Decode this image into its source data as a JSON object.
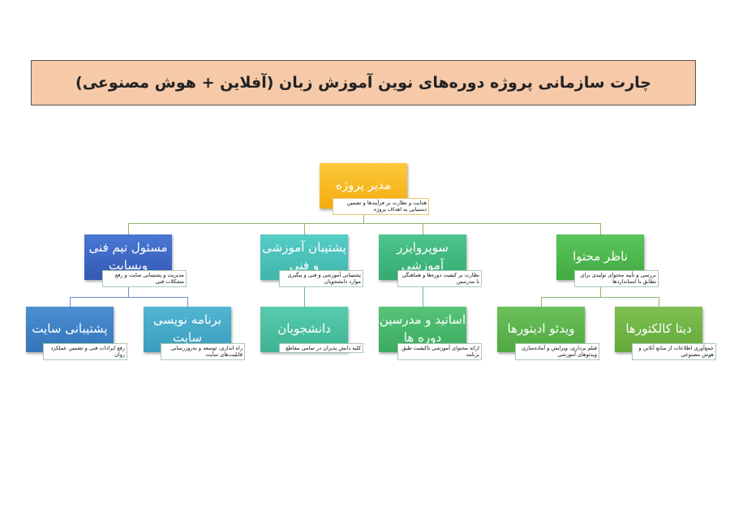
{
  "title": "چارت سازمانی پروژه دوره‌های نوین آموزش زبان (آفلاین + هوش مصنوعی)",
  "root": {
    "label": "مدیر پروژه",
    "note": "هدایت و نظارت بر فرآیندها و تضمین دستیابی به اهداف پروژه",
    "color": "#f8bb1c"
  },
  "level2": [
    {
      "label": "مسئول تیم فنی وبسایت",
      "note": "مدیریت و پشتیبانی سایت و رفع مشکلات فنی",
      "color": "#3c66c2"
    },
    {
      "label": "پشتیبان آموزشی و فنی",
      "note": "پشتیبانی آموزشی و فنی و پیگیری موارد دانشجویان",
      "color": "#46c0ba"
    },
    {
      "label": "سوپروایزر آموزشی",
      "note": "نظارت بر کیفیت دوره‌ها و هماهنگی با مدرسین",
      "color": "#3db87e"
    },
    {
      "label": "ناظر محتوا",
      "note": "بررسی و تأیید محتوای تولیدی برای تطابق با استانداردها",
      "color": "#4bb64c"
    }
  ],
  "level3": [
    {
      "label": "پشتیبانی سایت",
      "note": "رفع ایرادات فنی و تضمین عملکرد روان",
      "color": "#3b7ec4"
    },
    {
      "label": "برنامه نویسی سایت",
      "note": "راه اندازی، توسعه و به‌روزرسانی قابلیت‌های سایت",
      "color": "#42a8c6"
    },
    {
      "label": "دانشجویان",
      "note": "کلیه دانش پذیران در تمامی مقاطع",
      "color": "#47c09e"
    },
    {
      "label": "اساتید و مدرسین دوره ها",
      "note": "ارائه محتوای آموزشی باکیفیت طبق برنامه",
      "color": "#47b768"
    },
    {
      "label": "ویدئو ادیتورها",
      "note": "فیلم برداری، ویرایش و آماده‌سازی ویدئوهای آموزشی",
      "color": "#5bb44b"
    },
    {
      "label": "دیتا کالکتورها",
      "note": "جمع‌آوری اطلاعات از منابع آنلاین و هوش مصنوعی",
      "color": "#70b444"
    }
  ]
}
